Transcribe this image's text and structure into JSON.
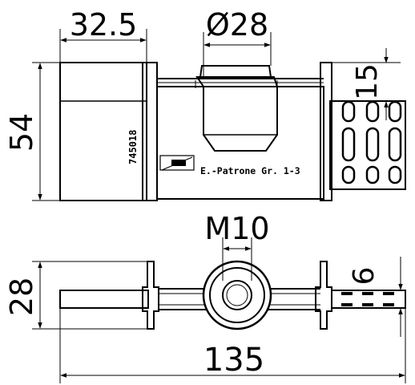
{
  "dimensions": {
    "width_top": "32.5",
    "diameter": "Ø28",
    "height": "54",
    "small_height": "15",
    "thread": "M10",
    "height_bottom": "28",
    "slot": "6",
    "overall_length": "135"
  },
  "labels": {
    "part_number": "745018",
    "description": "E.-Patrone Gr. 1-3"
  }
}
